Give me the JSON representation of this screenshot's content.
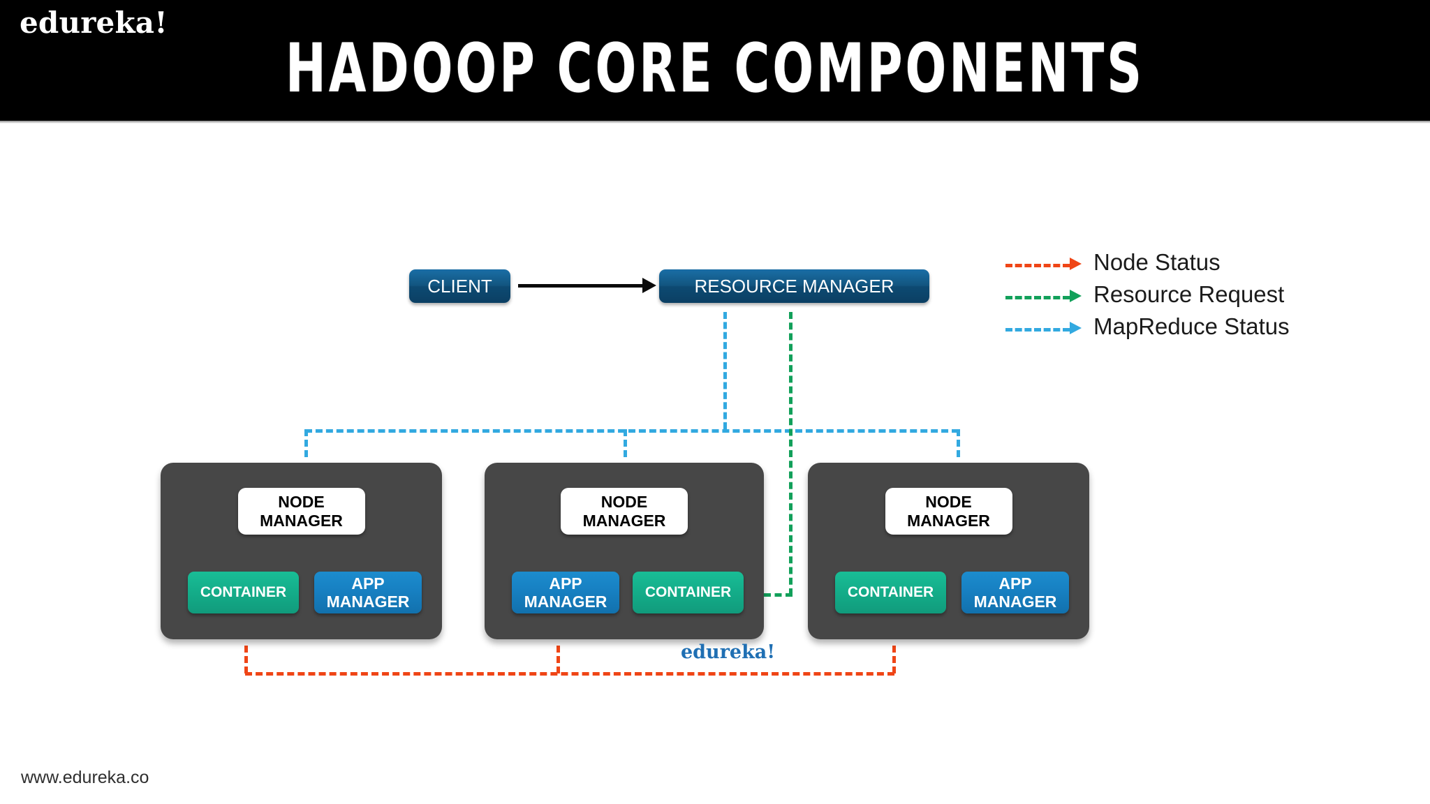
{
  "header": {
    "logo": "edureka!",
    "title": "HADOOP CORE COMPONENTS",
    "background": "#000000"
  },
  "diagram": {
    "client": {
      "label": "CLIENT",
      "color": "#0d4a72"
    },
    "resource_manager": {
      "label": "RESOURCE MANAGER",
      "color": "#0d4a72"
    },
    "nodes": [
      {
        "node_manager": "NODE MANAGER",
        "node_manager_line1": "NODE",
        "node_manager_line2": "MANAGER",
        "left_box": {
          "label": "CONTAINER",
          "kind": "container",
          "color": "#14ae8a"
        },
        "right_box": {
          "label": "APP MANAGER",
          "line1": "APP",
          "line2": "MANAGER",
          "kind": "app-manager",
          "color": "#1780c2"
        }
      },
      {
        "node_manager": "NODE MANAGER",
        "node_manager_line1": "NODE",
        "node_manager_line2": "MANAGER",
        "left_box": {
          "label": "APP MANAGER",
          "line1": "APP",
          "line2": "MANAGER",
          "kind": "app-manager",
          "color": "#1780c2"
        },
        "right_box": {
          "label": "CONTAINER",
          "kind": "container",
          "color": "#14ae8a"
        }
      },
      {
        "node_manager": "NODE MANAGER",
        "node_manager_line1": "NODE",
        "node_manager_line2": "MANAGER",
        "left_box": {
          "label": "CONTAINER",
          "kind": "container",
          "color": "#14ae8a"
        },
        "right_box": {
          "label": "APP MANAGER",
          "line1": "APP",
          "line2": "MANAGER",
          "kind": "app-manager",
          "color": "#1780c2"
        }
      }
    ],
    "node_group_color": "#474747",
    "client_to_rm_arrow_color": "#0a0a0a"
  },
  "legend": {
    "items": [
      {
        "label": "Node Status",
        "color": "#ef4516"
      },
      {
        "label": "Resource Request",
        "color": "#12a05a"
      },
      {
        "label": "MapReduce Status",
        "color": "#32a9e0"
      }
    ]
  },
  "watermark": "edureka!",
  "footer": "www.edureka.co"
}
